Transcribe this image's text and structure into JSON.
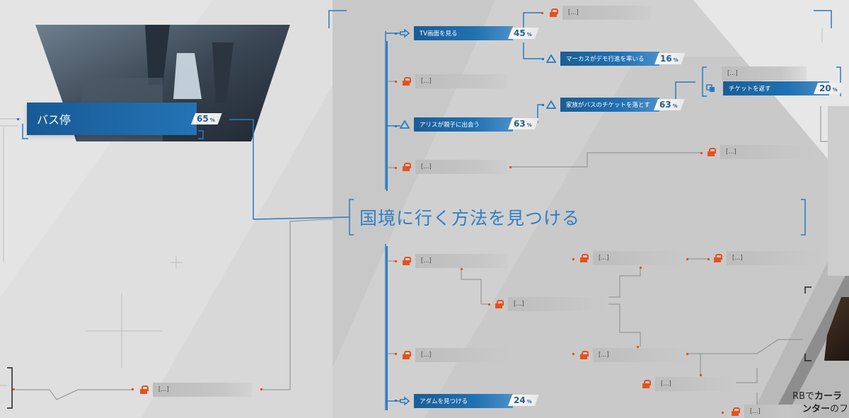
{
  "origin": {
    "label": "バス停",
    "percent": "65",
    "pct_unit": "%"
  },
  "goal": {
    "label": "国境に行く方法を見つける"
  },
  "locked_text": "[...]",
  "nodes": {
    "tv": {
      "label": "TV画面を見る",
      "percent": "45",
      "icon": "arrow-right-icon"
    },
    "markus": {
      "label": "マーカスがデモ行進を率いる",
      "percent": "16",
      "icon": "triangle-icon"
    },
    "family": {
      "label": "家族がバスのチケットを落とす",
      "percent": "63",
      "icon": "triangle-icon"
    },
    "ticket": {
      "label": "チケットを返す",
      "percent": "20",
      "icon": "squares-icon"
    },
    "alice": {
      "label": "アリスが親子に出会う",
      "percent": "63",
      "icon": "triangle-icon"
    },
    "adam": {
      "label": "アダムを見つける",
      "percent": "24",
      "icon": "arrow-right-icon"
    }
  },
  "hint": {
    "line1_prefix": "RBで",
    "line1_bold": "カーラ",
    "line2_bold": "ンター",
    "line2_suffix": "のフ"
  },
  "colors": {
    "accent_blue": "#2070b0",
    "locked_orange": "#e8501a",
    "goal_blue": "#3080c4"
  }
}
